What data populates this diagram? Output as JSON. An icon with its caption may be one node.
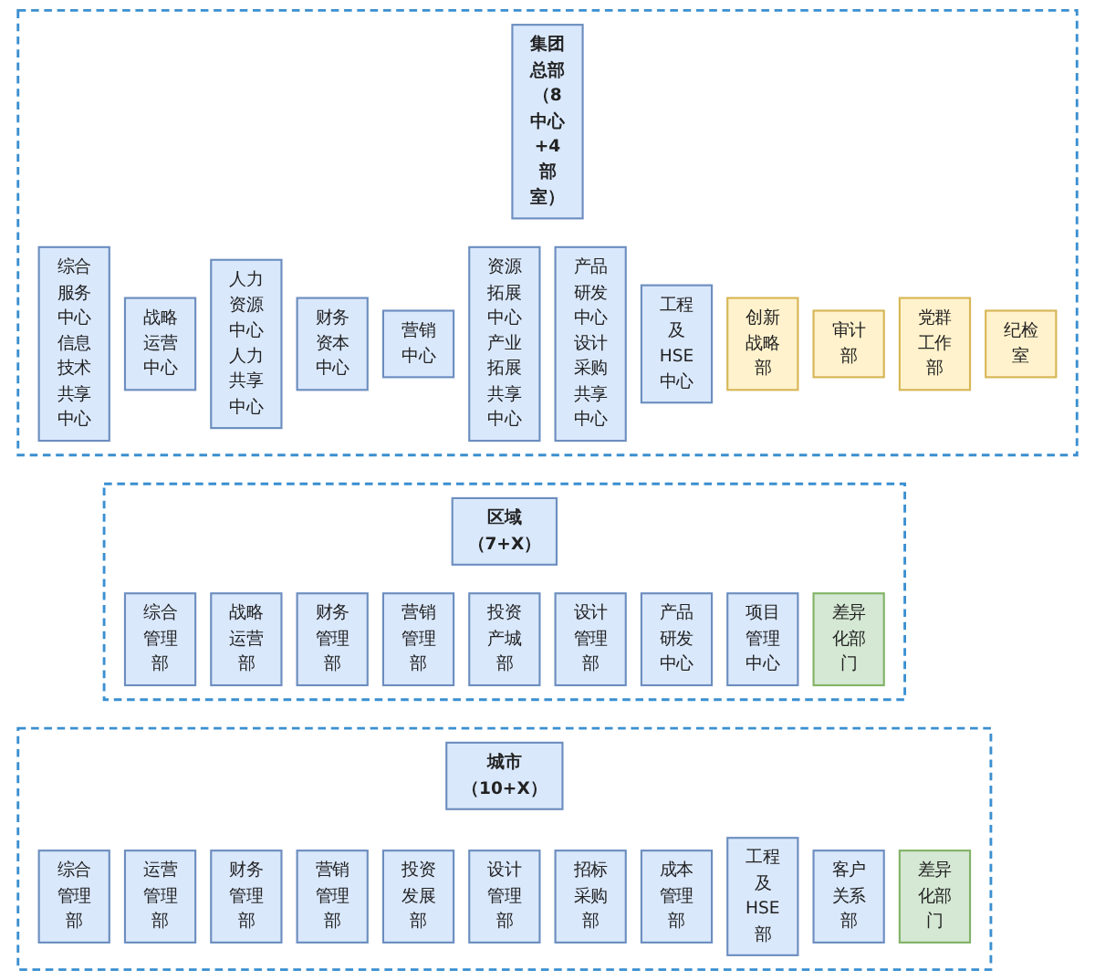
{
  "diagram": {
    "nodes": [
      {
        "text": [],
        "shape": "box"
      },
      {
        "text": [
          "集团总部",
          "（8中心+4部室）"
        ],
        "in": 0
      },
      {
        "text": [
          "综合服务中心",
          "信息技术共享中心"
        ],
        "in": 0
      },
      {
        "text": [
          "战略运营中心"
        ],
        "in": 0
      },
      {
        "text": [
          "人力资源中心",
          "人力共享中心"
        ],
        "in": 0
      },
      {
        "text": [
          "财务资本中心"
        ],
        "in": 0
      },
      {
        "text": [
          "营销中心"
        ],
        "in": 0
      },
      {
        "text": [
          "资源拓展中心",
          "产业拓展共享中心"
        ],
        "in": 0
      },
      {
        "text": [
          "产品研发中心",
          "设计采购共享中心"
        ],
        "in": 0
      },
      {
        "text": [
          "工程及HSE中心"
        ],
        "in": 0
      },
      {
        "text": [
          "创新战略部"
        ],
        "in": 0
      },
      {
        "text": [
          "审计部"
        ],
        "in": 0
      },
      {
        "text": [
          "党群工作部"
        ],
        "in": 0
      },
      {
        "text": [
          "纪检室"
        ],
        "in": 0
      },
      {
        "text": [],
        "shape": "box"
      },
      {
        "text": [
          "区域",
          "（7+X）"
        ],
        "in": 14
      },
      {
        "text": [
          "综合管理部"
        ],
        "in": 14
      },
      {
        "text": [
          "战略运营部"
        ],
        "in": 14
      },
      {
        "text": [
          "财务管理部"
        ],
        "in": 14
      },
      {
        "text": [
          "营销管理部"
        ],
        "in": 14
      },
      {
        "text": [
          "投资产城部"
        ],
        "in": 14
      },
      {
        "text": [
          "设计管理部"
        ],
        "in": 14
      },
      {
        "text": [
          "产品研发中心"
        ],
        "in": 14
      },
      {
        "text": [
          "项目管理中心"
        ],
        "in": 14
      },
      {
        "text": [
          "差异化部门"
        ],
        "in": 14
      },
      {
        "text": [],
        "shape": "box"
      },
      {
        "text": [
          "城市",
          "（10+X）"
        ],
        "in": 25
      },
      {
        "text": [
          "综合管理部"
        ],
        "in": 25
      },
      {
        "text": [
          "运营管理部"
        ],
        "in": 25
      },
      {
        "text": [
          "财务管理部"
        ],
        "in": 25
      },
      {
        "text": [
          "营销管理部"
        ],
        "in": 25
      },
      {
        "text": [
          "投资发展部"
        ],
        "in": 25
      },
      {
        "text": [
          "设计管理部"
        ],
        "in": 25
      },
      {
        "text": [
          "招标采购部"
        ],
        "in": 25
      },
      {
        "text": [
          "成本管理部"
        ],
        "in": 25
      },
      {
        "text": [
          "工程及HSE部"
        ],
        "in": 25
      },
      {
        "text": [
          "客户关系部"
        ],
        "in": 25
      },
      {
        "text": [
          "差异化部门"
        ],
        "in": 25
      }
    ],
    "edges": []
  }
}
